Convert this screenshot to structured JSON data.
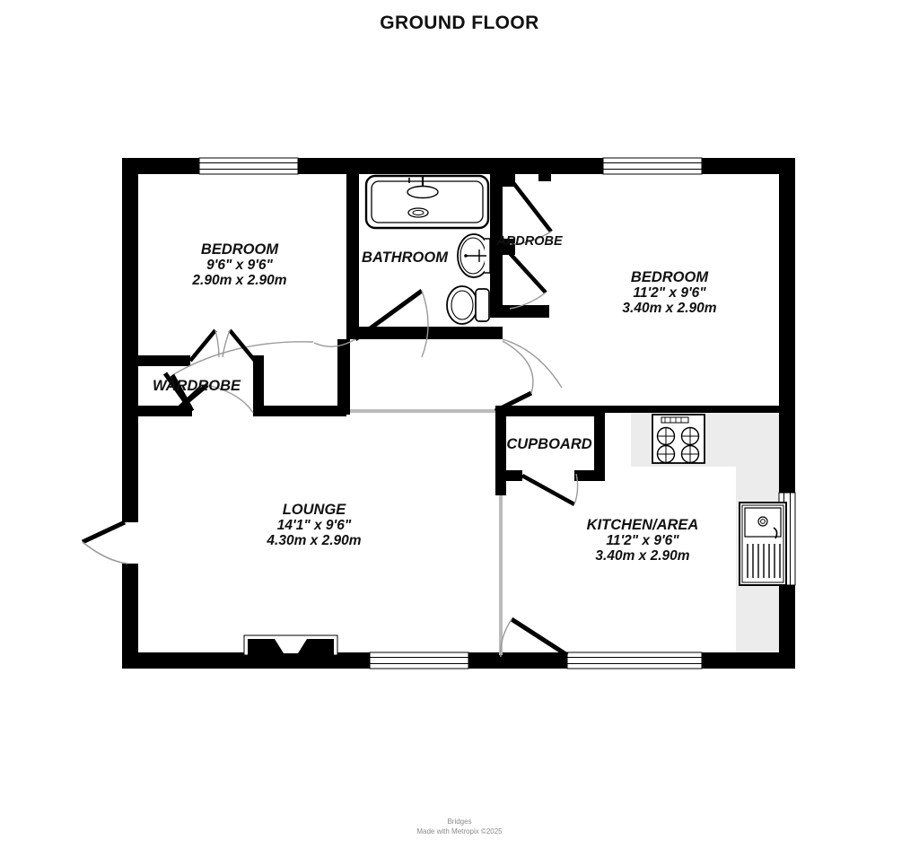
{
  "title": "GROUND FLOOR",
  "footer": {
    "company": "Bridges",
    "credit": "Made with Metropix ©2025"
  },
  "colors": {
    "wall": "#000000",
    "background": "#ffffff",
    "counter": "#ececec",
    "text": "#111111",
    "footer_text": "#8a8a8a",
    "door_arc": "#999999"
  },
  "rooms": [
    {
      "id": "bedroom-left",
      "name": "BEDROOM",
      "dim_imperial": "9'6\"  x 9'6\"",
      "dim_metric": "2.90m  x 2.90m"
    },
    {
      "id": "bathroom",
      "name": "BATHROOM",
      "dim_imperial": "",
      "dim_metric": ""
    },
    {
      "id": "wardrobe-right",
      "name": "ARDROBE",
      "dim_imperial": "",
      "dim_metric": ""
    },
    {
      "id": "bedroom-right",
      "name": "BEDROOM",
      "dim_imperial": "11'2\"  x 9'6\"",
      "dim_metric": "3.40m  x 2.90m"
    },
    {
      "id": "wardrobe-left",
      "name": "WARDROBE",
      "dim_imperial": "",
      "dim_metric": ""
    },
    {
      "id": "lounge",
      "name": "LOUNGE",
      "dim_imperial": "14'1\"  x 9'6\"",
      "dim_metric": "4.30m  x 2.90m"
    },
    {
      "id": "cupboard",
      "name": "CUPBOARD",
      "dim_imperial": "",
      "dim_metric": ""
    },
    {
      "id": "kitchen",
      "name": "KITCHEN/AREA",
      "dim_imperial": "11'2\"  x 9'6\"",
      "dim_metric": "3.40m  x 2.90m"
    }
  ],
  "fixtures": [
    {
      "id": "bath-tub",
      "icon": "bathtub-icon",
      "room": "bathroom"
    },
    {
      "id": "wash-basin",
      "icon": "sink-icon",
      "room": "bathroom"
    },
    {
      "id": "toilet",
      "icon": "toilet-icon",
      "room": "bathroom"
    },
    {
      "id": "hob",
      "icon": "cooker-hob-icon",
      "room": "kitchen"
    },
    {
      "id": "kitchen-sink",
      "icon": "kitchen-sink-icon",
      "room": "kitchen"
    },
    {
      "id": "fireplace",
      "icon": "fireplace-icon",
      "room": "lounge"
    }
  ],
  "openings": [
    {
      "id": "window-bedroom-left-top",
      "type": "window"
    },
    {
      "id": "window-bedroom-right-top",
      "type": "window"
    },
    {
      "id": "window-lounge-bottom",
      "type": "window"
    },
    {
      "id": "window-kitchen-bottom",
      "type": "window"
    },
    {
      "id": "window-kitchen-right",
      "type": "window"
    },
    {
      "id": "door-front-entrance",
      "type": "door"
    },
    {
      "id": "door-bedroom-left",
      "type": "door"
    },
    {
      "id": "door-bathroom",
      "type": "door"
    },
    {
      "id": "door-bedroom-right",
      "type": "door"
    },
    {
      "id": "door-wardrobe-left-a",
      "type": "door"
    },
    {
      "id": "door-wardrobe-left-b",
      "type": "door"
    },
    {
      "id": "door-wardrobe-right-a",
      "type": "door"
    },
    {
      "id": "door-wardrobe-right-b",
      "type": "door"
    },
    {
      "id": "door-cupboard",
      "type": "door"
    },
    {
      "id": "door-lounge-kitchen",
      "type": "door"
    }
  ]
}
